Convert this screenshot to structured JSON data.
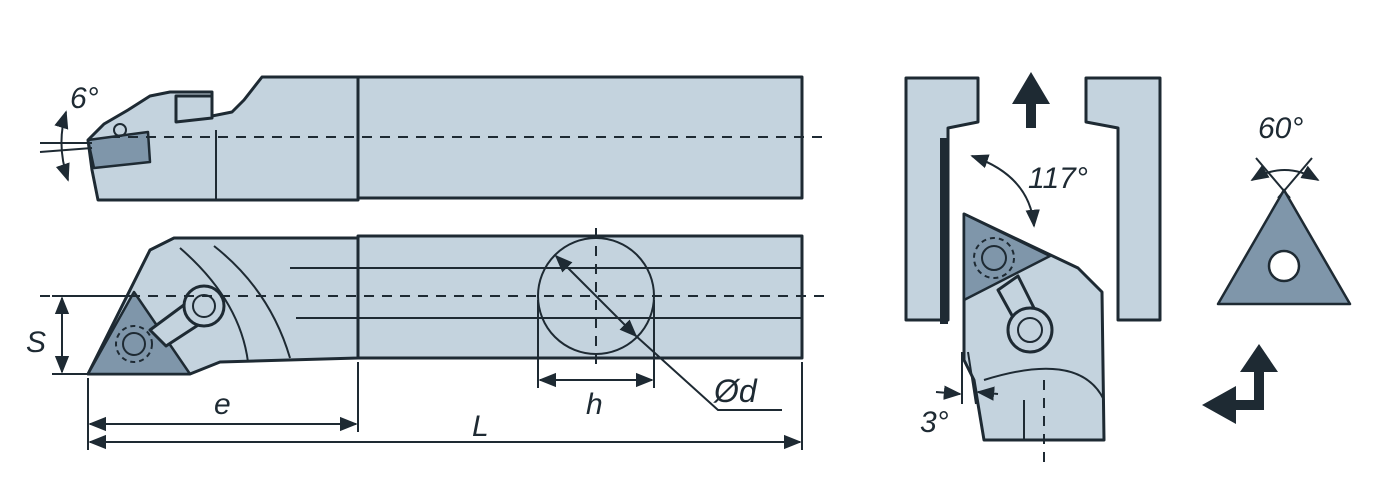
{
  "labels": {
    "angle_top": "6°",
    "dim_s": "S",
    "dim_e": "e",
    "dim_l": "L",
    "dim_h": "h",
    "dim_d": "Ød",
    "angle_entry": "117°",
    "angle_clearance": "3°",
    "angle_insert": "60°"
  },
  "colors": {
    "body": "#c4d3de",
    "insert": "#7f96aa",
    "line": "#1e2a33"
  },
  "icons": [
    "feed-direction-arrow-icon",
    "left-hand-direction-icon"
  ]
}
